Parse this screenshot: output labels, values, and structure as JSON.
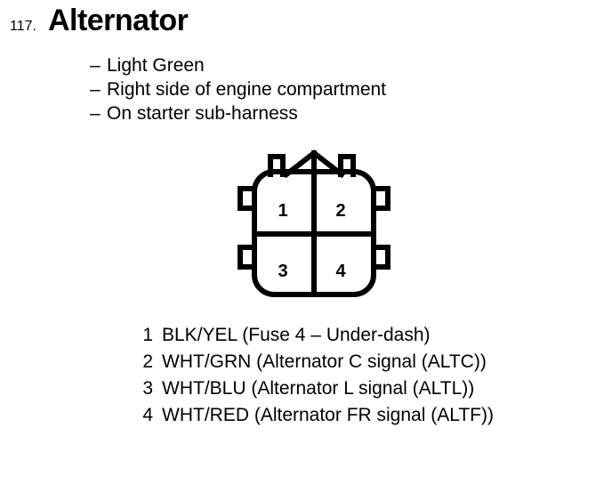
{
  "title": {
    "number": "117.",
    "name": "Alternator"
  },
  "attributes": [
    {
      "dash": "–",
      "label": "Light Green"
    },
    {
      "dash": "–",
      "label": "Right side of engine compartment"
    },
    {
      "dash": "–",
      "label": "On starter sub-harness"
    }
  ],
  "connector": {
    "pins": [
      {
        "number": "1"
      },
      {
        "number": "2"
      },
      {
        "number": "3"
      },
      {
        "number": "4"
      }
    ],
    "stroke_color": "#000000",
    "fill_color": "#ffffff",
    "rows": 2,
    "columns": 2
  },
  "legend": [
    {
      "pin": "1",
      "desc": "BLK/YEL (Fuse 4 – Under-dash)"
    },
    {
      "pin": "2",
      "desc": "WHT/GRN (Alternator C signal (ALTC))"
    },
    {
      "pin": "3",
      "desc": "WHT/BLU (Alternator L signal (ALTL))"
    },
    {
      "pin": "4",
      "desc": "WHT/RED (Alternator FR signal (ALTF))"
    }
  ]
}
